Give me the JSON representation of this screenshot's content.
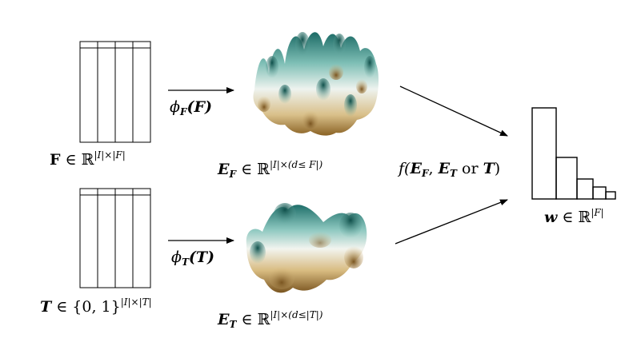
{
  "tables": {
    "F": {
      "label_symbol": "F",
      "label_set": "∈ ℝ",
      "label_exp": "|I|×|F|"
    },
    "T": {
      "label_symbol": "T",
      "label_set": "∈ {0, 1}",
      "label_exp": "|I|×|T|"
    }
  },
  "transforms": {
    "phi_F": {
      "fn": "ϕ",
      "sub": "F",
      "arg": "(F)"
    },
    "phi_T": {
      "fn": "ϕ",
      "sub": "T",
      "arg": "(T)"
    }
  },
  "embeddings": {
    "E_F": {
      "sym": "E",
      "sub": "F",
      "set": "∈ ℝ",
      "exp": "|I|×(d≤ F|)"
    },
    "E_T": {
      "sym": "E",
      "sub": "T",
      "set": "∈ ℝ",
      "exp": "|I|×(d≤|T|)"
    }
  },
  "combiner": {
    "fn": "f(",
    "a": "E",
    "a_sub": "F",
    "comma": ", ",
    "b": "E",
    "b_sub": "T",
    "or": " or ",
    "c": "T",
    "close": ")"
  },
  "weights": {
    "sym": "w",
    "set": "∈ ℝ",
    "exp": "|F|",
    "bar_values": [
      1.0,
      0.46,
      0.22,
      0.13,
      0.08
    ]
  },
  "colors": {
    "teal": "#1f6f6a",
    "tan": "#b58a3f",
    "light": "#eef3ef"
  }
}
